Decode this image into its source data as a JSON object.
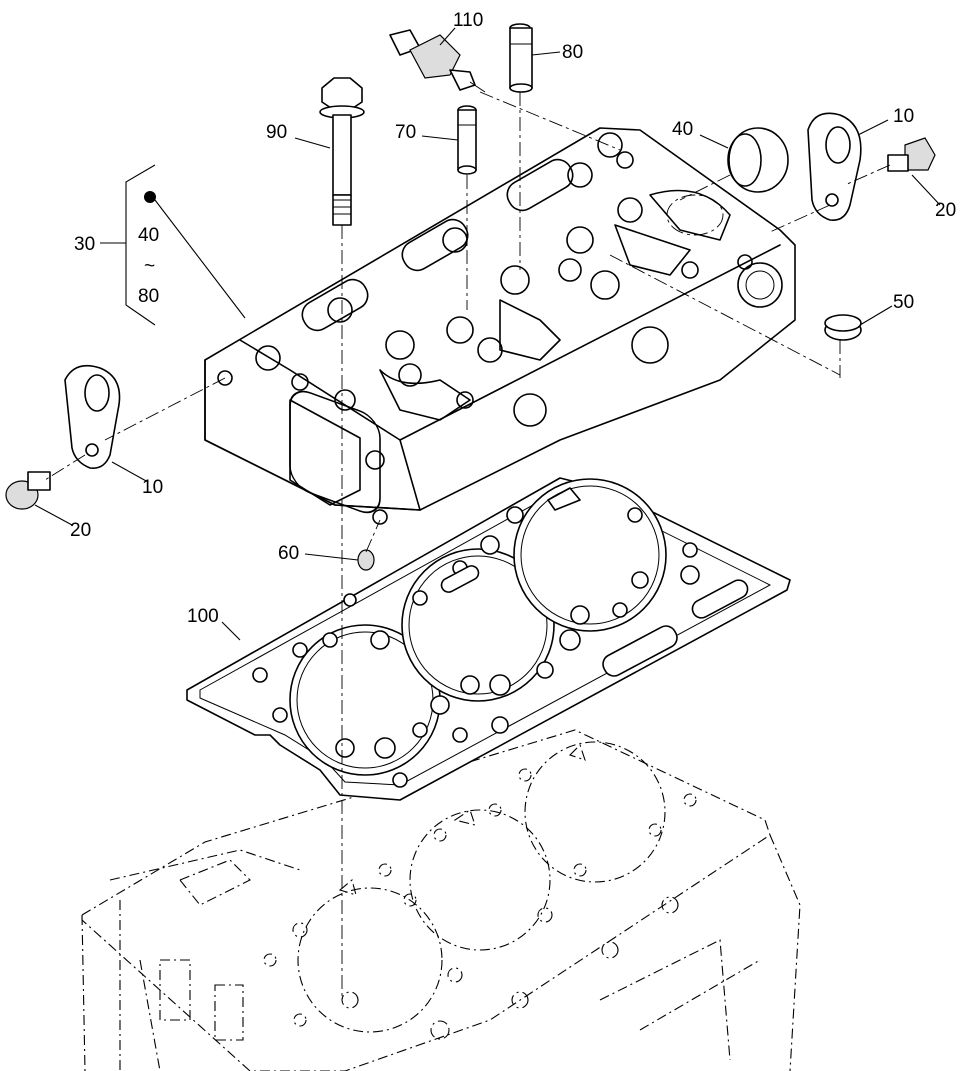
{
  "callouts": {
    "p110": "110",
    "p80": "80",
    "p90": "90",
    "p70": "70",
    "p40_cap": "40",
    "p10_right": "10",
    "p20_right": "20",
    "p30": "30",
    "range_start": "40",
    "range_sep": "~",
    "range_end": "80",
    "p50": "50",
    "p10_left": "10",
    "p20_left": "20",
    "p60": "60",
    "p100": "100"
  }
}
